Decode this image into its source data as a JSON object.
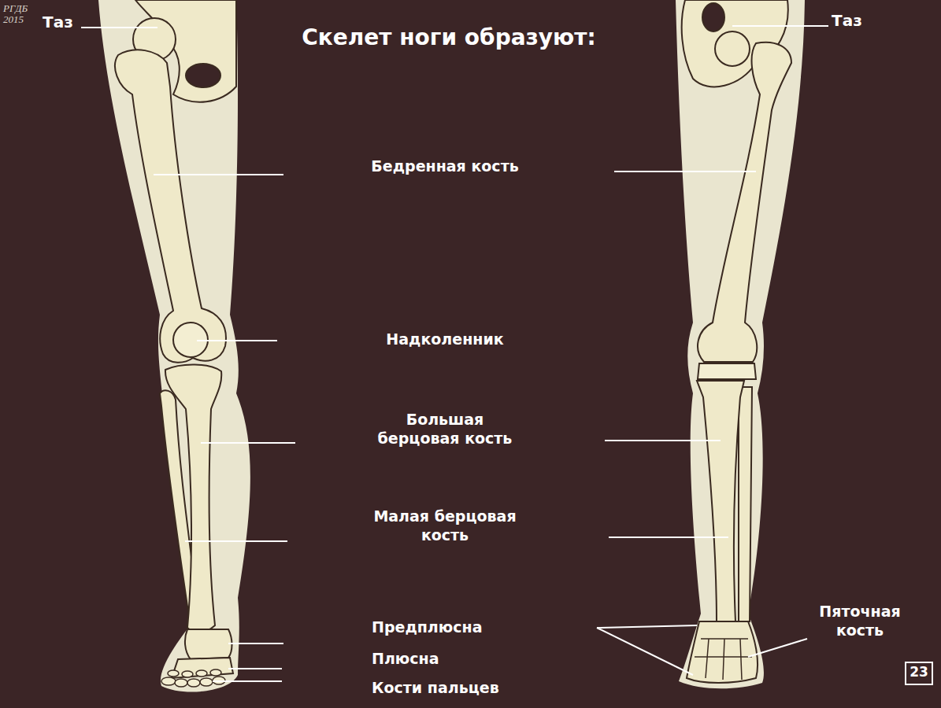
{
  "diagram": {
    "title": "Скелет ноги образуют:",
    "labels": [
      "РГДБ 2015",
      "Таз",
      "Таз",
      "Бедренная кость",
      "Надколенник",
      "Большая берцовая кость",
      "Малая берцовая кость",
      "Предплюсна",
      "Плюсна",
      "Кости пальцев",
      "Пяточная кость",
      "23"
    ]
  }
}
